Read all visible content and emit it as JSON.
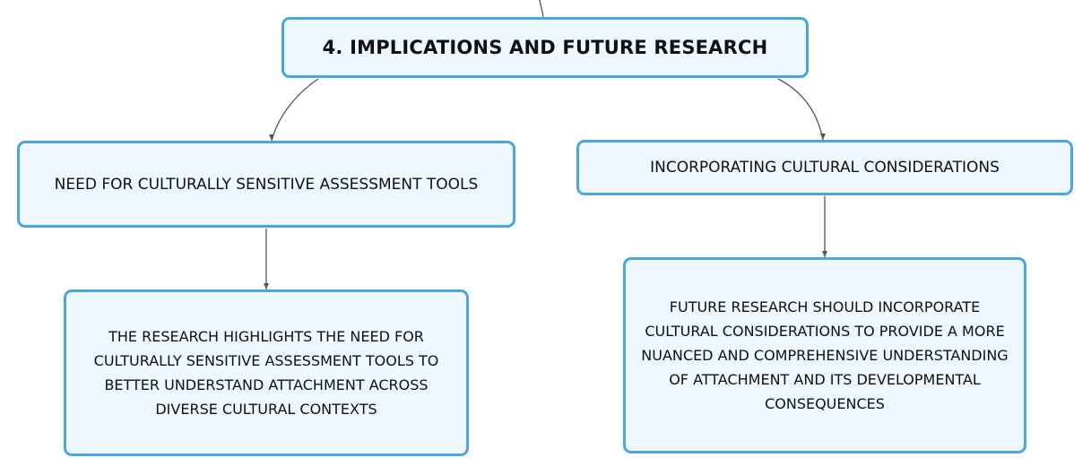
{
  "mindmap": {
    "root": {
      "label": "4. IMPLICATIONS AND FUTURE RESEARCH"
    },
    "left_topic": {
      "label": "NEED FOR CULTURALLY SENSITIVE ASSESSMENT TOOLS"
    },
    "left_detail": {
      "text": "THE RESEARCH HIGHLIGHTS THE NEED FOR CULTURALLY SENSITIVE ASSESSMENT TOOLS TO BETTER UNDERSTAND ATTACHMENT ACROSS DIVERSE CULTURAL CONTEXTS"
    },
    "right_topic": {
      "label": "INCORPORATING CULTURAL CONSIDERATIONS"
    },
    "right_detail": {
      "text": "FUTURE RESEARCH SHOULD INCORPORATE CULTURAL CONSIDERATIONS TO PROVIDE A MORE NUANCED AND COMPREHENSIVE UNDERSTANDING OF ATTACHMENT AND ITS DEVELOPMENTAL CONSEQUENCES"
    }
  },
  "colors": {
    "node_border": "#4aa5e0",
    "node_fill": "#eef7fd",
    "connector": "#555555"
  }
}
